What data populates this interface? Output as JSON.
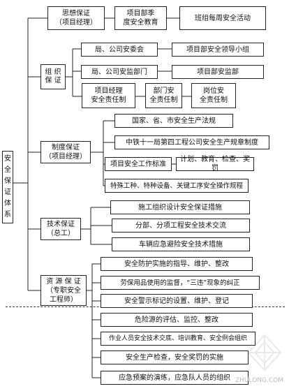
{
  "root": "安\n全\n保\n证\n体\n系",
  "groups": {
    "sixiang": "思想保证\n（项目经理）",
    "zuzhi": "组  织\n保  证",
    "zhidu": "制度保证\n（项目经理）",
    "jishu": "技术保证\n（总工）",
    "ziyuan": "资 源 保 证\n（专职安全\n工程师）"
  },
  "sixiang_items": {
    "edu": "项目部季\n度安全教育",
    "weekly": "班组每周安全活动"
  },
  "zuzhi_items": {
    "committee": "局、公司安委会",
    "leader_group": "项目部安全领导小组",
    "supervision_dept": "局、公司安监部门",
    "project_supervision": "项目部安监部",
    "pm_resp": "项目经理\n安全责任制",
    "dept_resp": "部门安\n全责任制",
    "post_resp": "岗位安\n全责任制"
  },
  "zhidu_items": {
    "laws": "国家、省、市安全生产法规",
    "rules": "中铁十一局第四工程公司安全生产规章制度",
    "standard": "项目安全工作标准",
    "plan": "计划、教育、检查、奖罚",
    "special": "特殊工种、特种设备、关键工序安全操作规程"
  },
  "jishu_items": {
    "design": "施工组织设计安全保证措施",
    "measures": "分部、分项工程安全技术交流",
    "vehicles": "车辆应急避险安全技术措施"
  },
  "ziyuan_items": {
    "protection": "安全防护实施的指导、维护、整改",
    "ppe": "劳保用品使用的监督，“三违”现象的纠正",
    "signs": "安全警示标记的设置、维护、登记",
    "hazard": "危险源的评估、监控、整改",
    "briefing": "作业人员安全技术交底、培训教育、安全例会组织",
    "inspection": "安全生产检查，安全奖罚的实施",
    "drill": "应急预案的演练，应急队人员的组织"
  },
  "marks": {
    "edit": "↵"
  },
  "watermark_label": "ZHULONG.COM"
}
